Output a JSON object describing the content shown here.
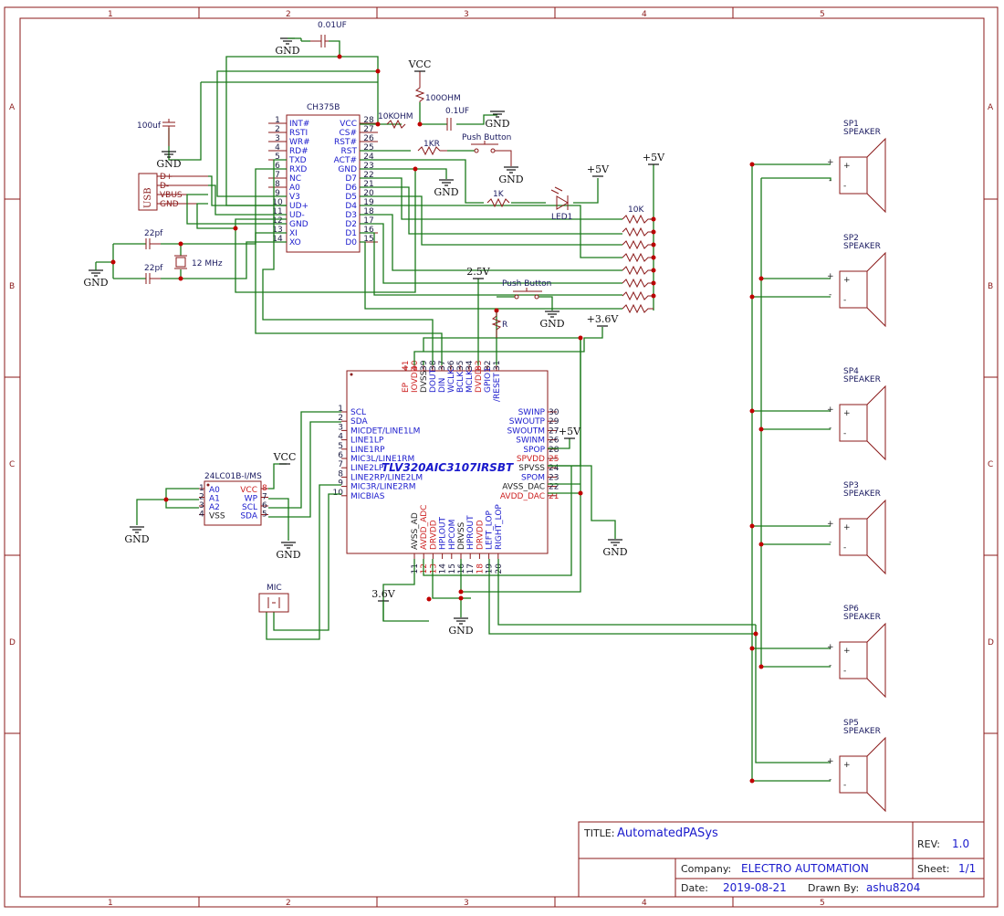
{
  "frame": {
    "cols": [
      "1",
      "2",
      "3",
      "4",
      "5"
    ],
    "rows": [
      "A",
      "B",
      "C",
      "D"
    ]
  },
  "title_block": {
    "title_label": "TITLE:",
    "title": "AutomatedPASys",
    "rev_label": "REV:",
    "rev": "1.0",
    "company_label": "Company:",
    "company": "ELECTRO AUTOMATION",
    "sheet_label": "Sheet:",
    "sheet": "1/1",
    "date_label": "Date:",
    "date": "2019-08-21",
    "drawn_label": "Drawn By:",
    "drawn": "ashu8204"
  },
  "ch375b": {
    "name": "CH375B",
    "left_pins": [
      {
        "num": "1",
        "name": "INT#"
      },
      {
        "num": "2",
        "name": "RSTI"
      },
      {
        "num": "3",
        "name": "WR#"
      },
      {
        "num": "4",
        "name": "RD#"
      },
      {
        "num": "5",
        "name": "TXD"
      },
      {
        "num": "6",
        "name": "RXD"
      },
      {
        "num": "7",
        "name": "NC"
      },
      {
        "num": "8",
        "name": "A0"
      },
      {
        "num": "9",
        "name": "V3"
      },
      {
        "num": "10",
        "name": "UD+"
      },
      {
        "num": "11",
        "name": "UD-"
      },
      {
        "num": "12",
        "name": "GND"
      },
      {
        "num": "13",
        "name": "XI"
      },
      {
        "num": "14",
        "name": "XO"
      }
    ],
    "right_pins": [
      {
        "num": "28",
        "name": "VCC"
      },
      {
        "num": "27",
        "name": "CS#"
      },
      {
        "num": "26",
        "name": "RST#"
      },
      {
        "num": "25",
        "name": "RST"
      },
      {
        "num": "24",
        "name": "ACT#"
      },
      {
        "num": "23",
        "name": "GND"
      },
      {
        "num": "22",
        "name": "D7"
      },
      {
        "num": "21",
        "name": "D6"
      },
      {
        "num": "20",
        "name": "D5"
      },
      {
        "num": "19",
        "name": "D4"
      },
      {
        "num": "18",
        "name": "D3"
      },
      {
        "num": "17",
        "name": "D2"
      },
      {
        "num": "16",
        "name": "D1"
      },
      {
        "num": "15",
        "name": "D0"
      }
    ]
  },
  "usb": {
    "label": "USB",
    "pins": [
      "D+",
      "D-",
      "VBUS",
      "GND"
    ]
  },
  "tlv": {
    "name": "TLV320AIC3107IRSBT",
    "left_pins": [
      {
        "num": "1",
        "name": "SCL"
      },
      {
        "num": "2",
        "name": "SDA"
      },
      {
        "num": "3",
        "name": "MICDET/LINE1LM"
      },
      {
        "num": "4",
        "name": "LINE1LP"
      },
      {
        "num": "5",
        "name": "LINE1RP"
      },
      {
        "num": "6",
        "name": "MIC3L/LINE1RM"
      },
      {
        "num": "7",
        "name": "LINE2LP"
      },
      {
        "num": "8",
        "name": "LINE2RP/LINE2LM"
      },
      {
        "num": "9",
        "name": "MIC3R/LINE2RM"
      },
      {
        "num": "10",
        "name": "MICBIAS"
      }
    ],
    "right_pins": [
      {
        "num": "30",
        "name": "SWINP",
        "red": false
      },
      {
        "num": "29",
        "name": "SWOUTP",
        "red": false
      },
      {
        "num": "27",
        "name": "SWOUTM",
        "red": false
      },
      {
        "num": "26",
        "name": "SWINM",
        "red": false
      },
      {
        "num": "28",
        "name": "SPOP",
        "red": false
      },
      {
        "num": "25",
        "name": "SPVDD",
        "red": true
      },
      {
        "num": "24",
        "name": "SPVSS",
        "red": false
      },
      {
        "num": "23",
        "name": "SPOM",
        "red": false
      },
      {
        "num": "22",
        "name": "AVSS_DAC",
        "red": false
      },
      {
        "num": "21",
        "name": "AVDD_DAC",
        "red": true
      }
    ],
    "top_pins": [
      {
        "num": "41",
        "name": "EP",
        "red": true
      },
      {
        "num": "40",
        "name": "IOVDD",
        "red": true
      },
      {
        "num": "39",
        "name": "DVSS",
        "red": false
      },
      {
        "num": "38",
        "name": "DOUT",
        "red": false
      },
      {
        "num": "37",
        "name": "DIN",
        "red": false
      },
      {
        "num": "36",
        "name": "WCLK",
        "red": false
      },
      {
        "num": "35",
        "name": "BCLK",
        "red": false
      },
      {
        "num": "34",
        "name": "MCLK",
        "red": false
      },
      {
        "num": "33",
        "name": "DVDD",
        "red": true
      },
      {
        "num": "32",
        "name": "GPIO1",
        "red": false
      },
      {
        "num": "31",
        "name": "/RESET",
        "red": false
      }
    ],
    "bottom_pins": [
      {
        "num": "11",
        "name": "AVSS_AD",
        "red": false
      },
      {
        "num": "12",
        "name": "AVDD_ADC",
        "red": true
      },
      {
        "num": "13",
        "name": "DRVDD",
        "red": true
      },
      {
        "num": "14",
        "name": "HPLOUT",
        "red": false
      },
      {
        "num": "15",
        "name": "HPCOM",
        "red": false
      },
      {
        "num": "16",
        "name": "DRVSS",
        "red": false
      },
      {
        "num": "17",
        "name": "HPROUT",
        "red": false
      },
      {
        "num": "18",
        "name": "DRVDD",
        "red": true
      },
      {
        "num": "19",
        "name": "LEFT_LOP",
        "red": false
      },
      {
        "num": "20",
        "name": "RIGHT_LOP",
        "red": false
      }
    ]
  },
  "eeprom": {
    "name": "24LC01B-I/MS",
    "left_pins": [
      {
        "num": "1",
        "name": "A0"
      },
      {
        "num": "2",
        "name": "A1"
      },
      {
        "num": "3",
        "name": "A2"
      },
      {
        "num": "4",
        "name": "VSS"
      }
    ],
    "right_pins": [
      {
        "num": "8",
        "name": "VCC",
        "red": true
      },
      {
        "num": "7",
        "name": "WP",
        "red": false
      },
      {
        "num": "6",
        "name": "SCL",
        "red": false
      },
      {
        "num": "5",
        "name": "SDA",
        "red": false
      }
    ]
  },
  "labels": {
    "c_top": "0.01UF",
    "c_100uf": "100uf",
    "c_01uf": "0.1UF",
    "r_100": "100OHM",
    "r_10k_vcc": "10KOHM",
    "r_1kr": "1KR",
    "push1": "Push Button",
    "push2": "Push Button",
    "r_1k": "1K",
    "led": "LED1",
    "r_10k": "10K",
    "c_22pf_a": "22pf",
    "c_22pf_b": "22pf",
    "xtal": "12 MHz",
    "r": "R",
    "mic": "MIC"
  },
  "power": {
    "gnd": "GND",
    "vcc": "VCC",
    "p5v": "+5V",
    "p25v": "2.5V",
    "p36v": "+3.6V",
    "v36": "3.6V"
  },
  "speakers": [
    {
      "ref": "SP1",
      "name": "SPEAKER"
    },
    {
      "ref": "SP2",
      "name": "SPEAKER"
    },
    {
      "ref": "SP4",
      "name": "SPEAKER"
    },
    {
      "ref": "SP3",
      "name": "SPEAKER"
    },
    {
      "ref": "SP6",
      "name": "SPEAKER"
    },
    {
      "ref": "SP5",
      "name": "SPEAKER"
    }
  ]
}
